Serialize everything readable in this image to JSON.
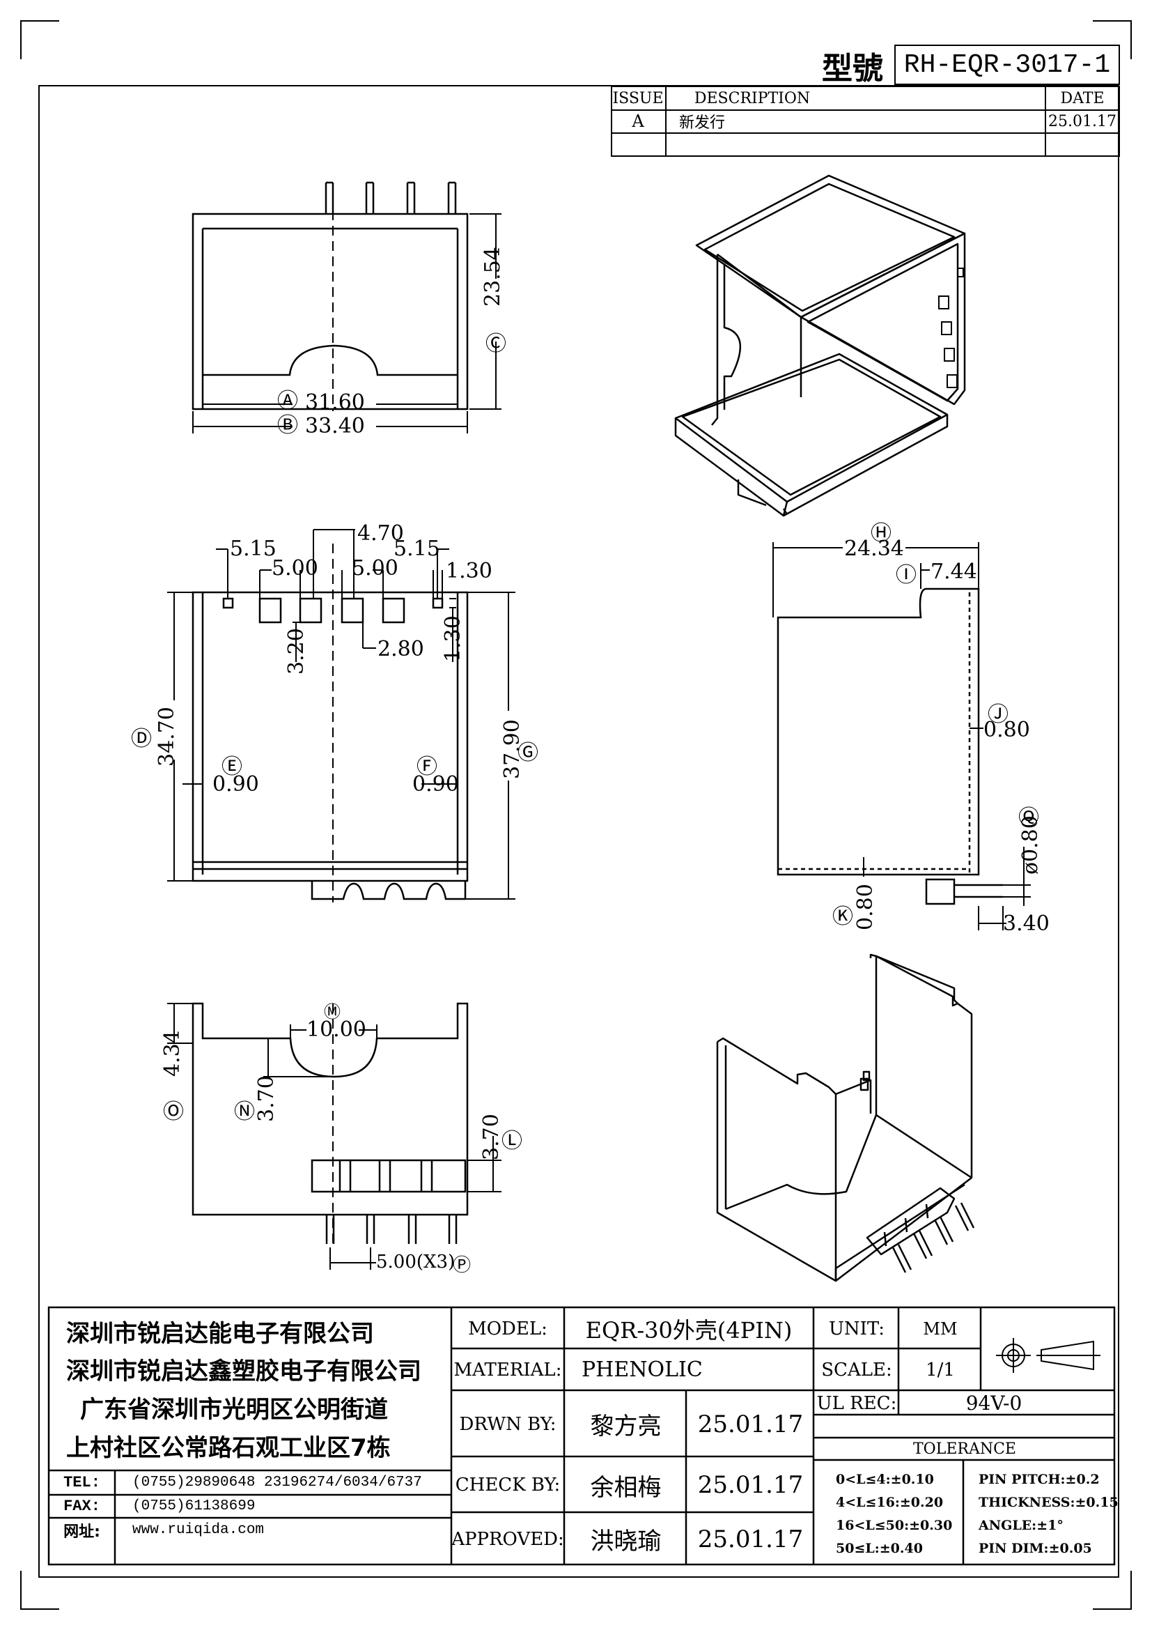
{
  "header": {
    "model_label": "型號",
    "model_number": "RH-EQR-3017-1"
  },
  "revision": {
    "headers": [
      "ISSUE",
      "DESCRIPTION",
      "DATE"
    ],
    "rows": [
      {
        "issue": "A",
        "description": "新发行",
        "date": "25.01.17"
      }
    ]
  },
  "dimensions": {
    "front": {
      "a": "31.60",
      "a_mark": "Ⓐ",
      "b": "33.40",
      "b_mark": "Ⓑ",
      "c": "23.54",
      "c_mark": "Ⓒ"
    },
    "top": {
      "d": "34.70",
      "d_mark": "Ⓓ",
      "e": "0.90",
      "e_mark": "Ⓔ",
      "f": "0.90",
      "f_mark": "Ⓕ",
      "g": "37.90",
      "g_mark": "Ⓖ",
      "s515a": "5.15",
      "s500a": "5.00",
      "s470": "4.70",
      "s500b": "5.00",
      "s515b": "5.15",
      "s130a": "1.30",
      "s320": "3.20",
      "s280": "2.80",
      "s130b": "1.30"
    },
    "side": {
      "h": "24.34",
      "h_mark": "Ⓗ",
      "i": "7.44",
      "i_mark": "Ⓘ",
      "j": "0.80",
      "j_mark": "Ⓙ",
      "k": "0.80",
      "k_mark": "Ⓚ",
      "q": "ø0.80",
      "q_mark": "Ⓠ",
      "s340": "3.40"
    },
    "bottom": {
      "m": "10.00",
      "m_mark": "Ⓜ",
      "n": "3.70",
      "n_mark": "Ⓝ",
      "o": "4.34",
      "o_mark": "Ⓞ",
      "l": "3.70",
      "l_mark": "Ⓛ",
      "p": "5.00(X3)",
      "p_mark": "Ⓟ"
    }
  },
  "title_block": {
    "company_lines": [
      "深圳市锐启达能电子有限公司",
      "深圳市锐启达鑫塑胶电子有限公司",
      "广东省深圳市光明区公明街道",
      "上村社区公常路石观工业区7栋"
    ],
    "contact": [
      {
        "label": "TEL:",
        "value": "(0755)29890648   23196274/6034/6737"
      },
      {
        "label": "FAX:",
        "value": "(0755)61138699"
      },
      {
        "label": "网址:",
        "value": "www.ruiqida.com"
      }
    ],
    "model_label": "MODEL:",
    "model_value": "EQR-30外壳(4PIN)",
    "material_label": "MATERIAL:",
    "material_value": "PHENOLIC",
    "drawn_label": "DRWN BY:",
    "drawn_name": "黎方亮",
    "drawn_date": "25.01.17",
    "check_label": "CHECK BY:",
    "check_name": "余相梅",
    "check_date": "25.01.17",
    "approved_label": "APPROVED:",
    "approved_name": "洪晓瑜",
    "approved_date": "25.01.17",
    "unit_label": "UNIT:",
    "unit_value": "MM",
    "scale_label": "SCALE:",
    "scale_value": "1/1",
    "ul_label": "UL REC:",
    "ul_value": "94V-0",
    "tolerance_label": "TOLERANCE",
    "tolerance_left": [
      "0<L≤4:±0.10",
      "4<L≤16:±0.20",
      "16<L≤50:±0.30",
      "50≤L:±0.40"
    ],
    "tolerance_right": [
      "PIN PITCH:±0.2",
      "THICKNESS:±0.15",
      "ANGLE:±1°",
      "PIN DIM:±0.05"
    ]
  }
}
